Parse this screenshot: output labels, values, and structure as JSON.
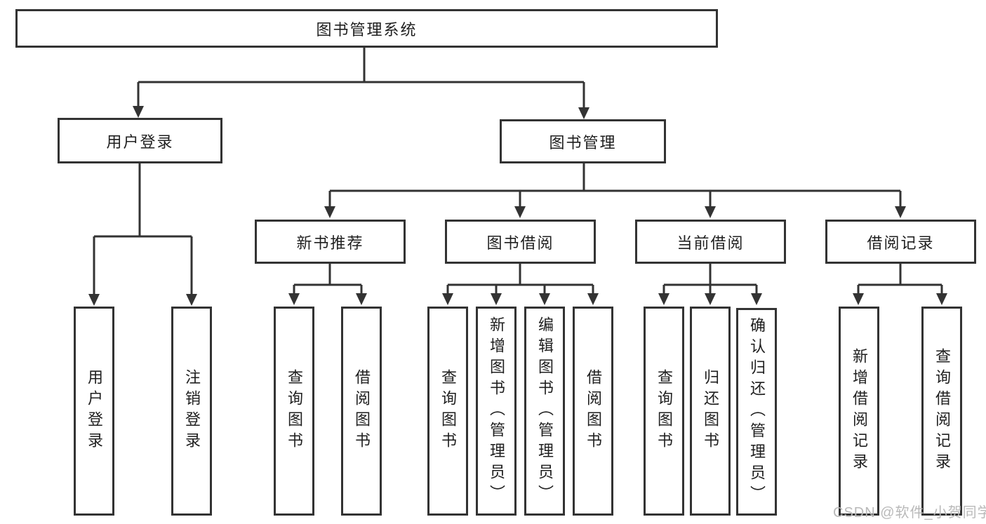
{
  "colors": {
    "line": "#333333",
    "text": "#1f1f1f",
    "watermark": "#b9b9b9",
    "background": "#ffffff"
  },
  "tree": {
    "root": {
      "label": "图书管理系统"
    },
    "branches": [
      {
        "label": "用户登录",
        "children": [
          {
            "label": "用户登录"
          },
          {
            "label": "注销登录"
          }
        ]
      },
      {
        "label": "图书管理",
        "sections": [
          {
            "label": "新书推荐",
            "children": [
              {
                "label": "查询图书"
              },
              {
                "label": "借阅图书"
              }
            ]
          },
          {
            "label": "图书借阅",
            "children": [
              {
                "label": "查询图书"
              },
              {
                "label": "新增图书（管理员）"
              },
              {
                "label": "编辑图书（管理员）"
              },
              {
                "label": "借阅图书"
              }
            ]
          },
          {
            "label": "当前借阅",
            "children": [
              {
                "label": "查询图书"
              },
              {
                "label": "归还图书"
              },
              {
                "label": "确认归还（管理员）"
              }
            ]
          },
          {
            "label": "借阅记录",
            "children": [
              {
                "label": "新增借阅记录"
              },
              {
                "label": "查询借阅记录"
              }
            ]
          }
        ]
      }
    ]
  },
  "watermark": {
    "text": "CSDN @软件_小贺同学"
  }
}
